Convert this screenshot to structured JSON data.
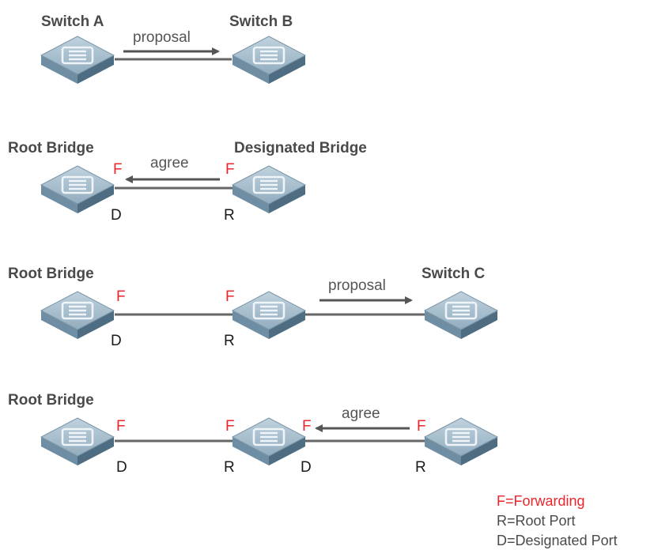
{
  "colors": {
    "forwarding": "#e8262b",
    "arrow": "#555555",
    "link": "#666666",
    "switch_top": "#a9c0cf",
    "switch_side": "#6f8ea3",
    "switch_dark": "#4e6d82"
  },
  "icons": {
    "switch": "network-switch-icon"
  },
  "steps": [
    {
      "labels": [
        "Switch A",
        "Switch B"
      ],
      "message": "proposal",
      "ports": [],
      "roles": []
    },
    {
      "labels": [
        "Root Bridge",
        "Designated Bridge"
      ],
      "message": "agree",
      "ports": [
        "F",
        "F"
      ],
      "roles": [
        "D",
        "R"
      ]
    },
    {
      "labels": [
        "Root Bridge",
        "Switch C"
      ],
      "message": "proposal",
      "ports": [
        "F",
        "F"
      ],
      "roles": [
        "D",
        "R"
      ]
    },
    {
      "labels": [
        "Root Bridge"
      ],
      "message": "agree",
      "ports": [
        "F",
        "F",
        "F",
        "F"
      ],
      "roles": [
        "D",
        "R",
        "D",
        "R"
      ]
    }
  ],
  "legend": {
    "forwarding": "F=Forwarding",
    "root_port": "R=Root Port",
    "designated_port": "D=Designated Port"
  }
}
